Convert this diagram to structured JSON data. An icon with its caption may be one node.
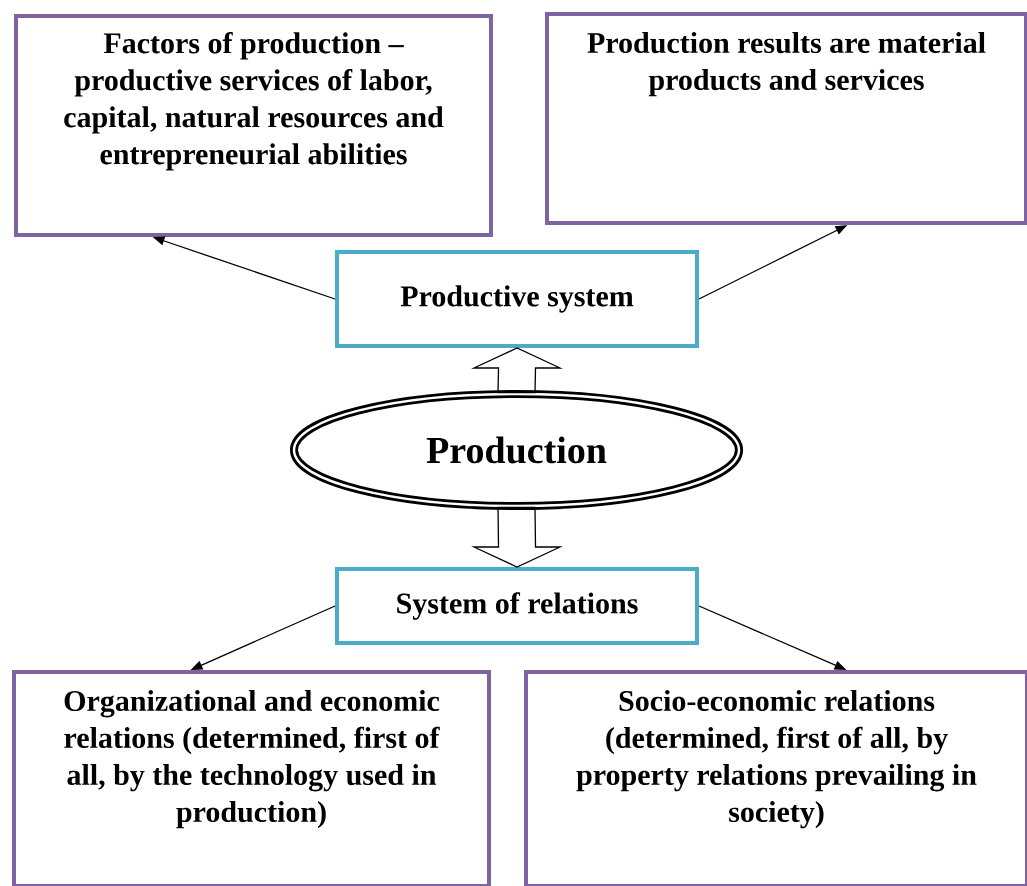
{
  "diagram": {
    "nodes": [
      {
        "text": [
          "Factors of production – productive services of labor, capital, natural resources and entrepreneurial abilities"
        ]
      },
      {
        "text": [
          "Production results are material products and services"
        ]
      },
      {
        "text": [
          "Productive system"
        ]
      },
      {
        "text": [
          "Production"
        ]
      },
      {
        "text": [
          "System of relations"
        ]
      },
      {
        "text": [
          "Organizational and economic relations (determined, first of all, by the technology used in production)"
        ]
      },
      {
        "text": [
          "Socio-economic relations (determined, first of all, by property relations prevailing in society)"
        ]
      }
    ],
    "edges": [
      {
        "from": 2,
        "to": 0,
        "arrow": "to"
      },
      {
        "from": 2,
        "to": 1,
        "arrow": "to"
      },
      {
        "from": 3,
        "to": 2,
        "arrow": "to",
        "style": "thick"
      },
      {
        "from": 3,
        "to": 4,
        "arrow": "to",
        "style": "thick"
      },
      {
        "from": 4,
        "to": 5,
        "arrow": "to"
      },
      {
        "from": 4,
        "to": 6,
        "arrow": "to"
      }
    ]
  }
}
